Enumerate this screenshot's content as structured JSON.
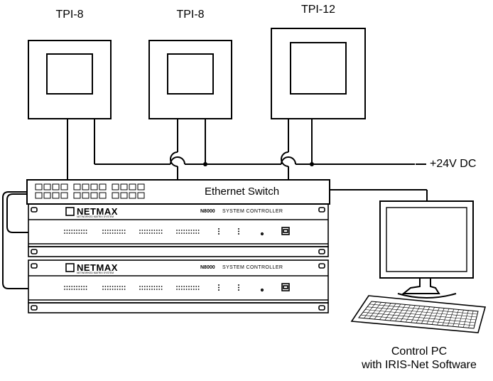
{
  "panels": [
    {
      "label": "TPI-8"
    },
    {
      "label": "TPI-8"
    },
    {
      "label": "TPI-12"
    }
  ],
  "power": {
    "label": "+24V DC"
  },
  "switch": {
    "label": "Ethernet Switch"
  },
  "controllers": [
    {
      "brand": "NETMAX",
      "subtitle": "NETWORKED MATRIX SYSTEM",
      "model": "N8000",
      "model_text": "SYSTEM CONTROLLER"
    },
    {
      "brand": "NETMAX",
      "subtitle": "NETWORKED MATRIX SYSTEM",
      "model": "N8000",
      "model_text": "SYSTEM CONTROLLER"
    }
  ],
  "pc": {
    "line1": "Control PC",
    "line2": "with IRIS-Net Software"
  }
}
